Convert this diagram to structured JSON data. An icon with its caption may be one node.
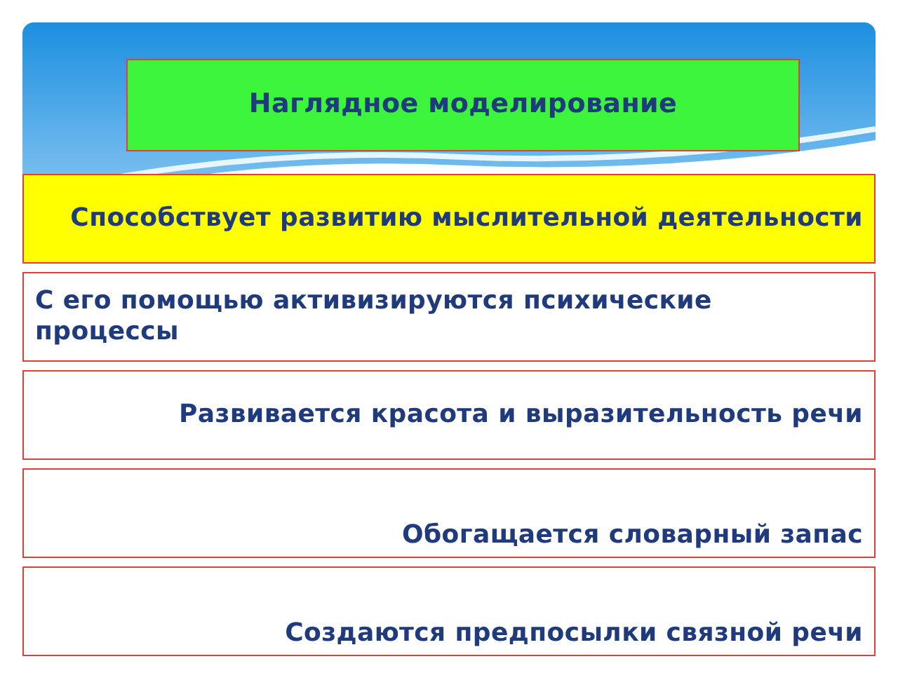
{
  "diagram": {
    "nodes": [
      {
        "text": [
          "Наглядное моделирование"
        ]
      },
      {
        "text": [
          "Способствует развитию мыслительной деятельности"
        ]
      },
      {
        "text": [
          "С его помощью активизируются психические процессы"
        ]
      },
      {
        "text": [
          "Развивается красота и выразительность речи"
        ]
      },
      {
        "text": [
          "Обогащается словарный запас"
        ]
      },
      {
        "text": [
          "Создаются предпосылки связной речи"
        ]
      }
    ]
  }
}
